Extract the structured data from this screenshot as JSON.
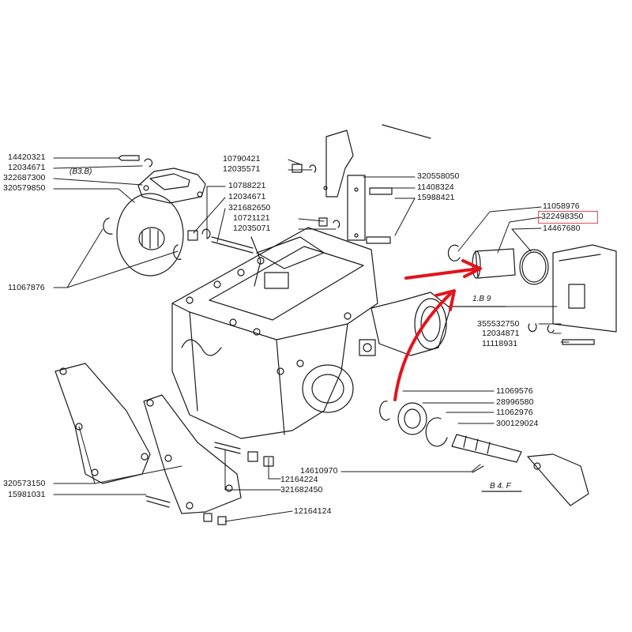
{
  "colors": {
    "line": "#1a1a1a",
    "arrow": "#e3141b",
    "highlight": "#e8495a"
  },
  "labels": {
    "p14420321": "14420321",
    "p12034671a": "12034671",
    "p322687300": "322687300",
    "p320579850": "320579850",
    "p11067876": "11067876",
    "p10790421": "10790421",
    "p12035571": "12035571",
    "p10788221": "10788221",
    "p12034671b": "12034671",
    "p321682650": "321682650",
    "p10721121": "10721121",
    "p12035071": "12035071",
    "p320558050": "320558050",
    "p11408324": "11408324",
    "p15988421": "15988421",
    "p11058976": "11058976",
    "p322498350": "322498350",
    "p14467680": "14467680",
    "p355532750": "355532750",
    "p12034871": "12034871",
    "p11118931": "11118931",
    "p11069576": "11069576",
    "p28996580": "28996580",
    "p11062976": "11062976",
    "p300129024": "300129024",
    "p14610970": "14610970",
    "p12164224": "12164224",
    "p321682450": "321682450",
    "p320573150": "320573150",
    "p15981031": "15981031",
    "p12164124": "12164124"
  },
  "refs": {
    "b3b": "(B3.B)",
    "b19": "1.B 9",
    "b4f": "B 4. F"
  }
}
